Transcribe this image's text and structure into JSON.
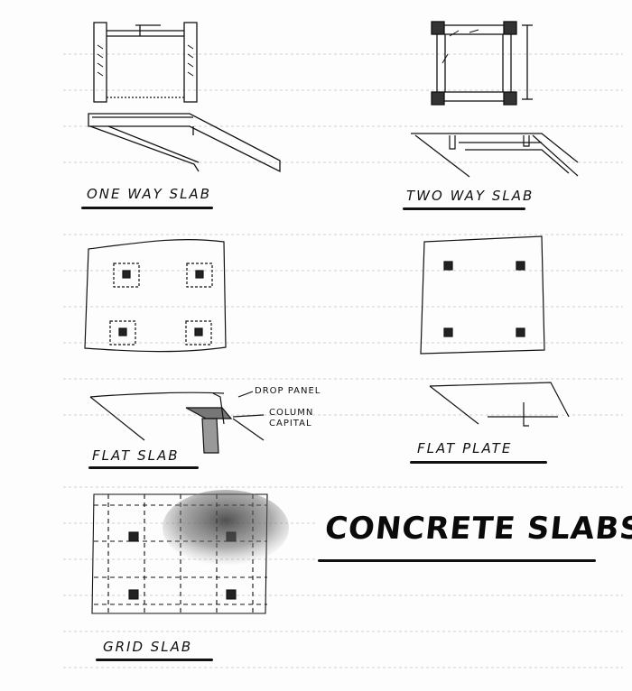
{
  "title": "CONCRETE SLABS",
  "labels": {
    "one_way_slab": "ONE WAY SLAB",
    "two_way_slab": "TWO WAY SLAB",
    "flat_slab": "FLAT SLAB",
    "flat_plate": "FLAT PLATE",
    "grid_slab": "GRID SLAB",
    "drop_panel": "DROP PANEL",
    "column_capital_1": "COLUMN",
    "column_capital_2": "CAPITAL"
  },
  "colors": {
    "ink": "#111111",
    "paper": "#fdfdfd",
    "rule": "#c8c8c8",
    "shade": "#555555"
  }
}
